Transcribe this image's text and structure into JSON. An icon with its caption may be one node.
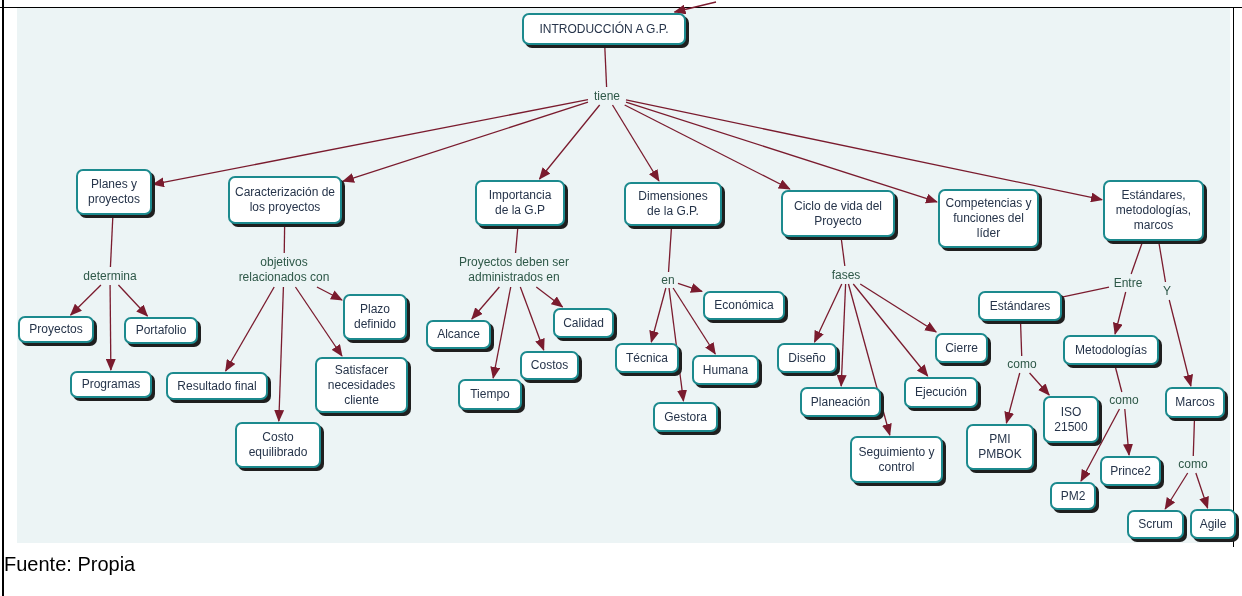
{
  "diagram": {
    "caption": "Fuente: Propia",
    "nodes": [
      {
        "text": [
          "INTRODUCCIÓN A G.P."
        ]
      },
      {
        "text": [
          "tiene"
        ]
      },
      {
        "text": [
          "Planes y proyectos"
        ]
      },
      {
        "text": [
          "Caracterización de los proyectos"
        ]
      },
      {
        "text": [
          "Importancia de la G.P"
        ]
      },
      {
        "text": [
          "Dimensiones de la G.P."
        ]
      },
      {
        "text": [
          "Ciclo de vida del Proyecto"
        ]
      },
      {
        "text": [
          "Competencias y funciones del líder"
        ]
      },
      {
        "text": [
          "Estándares, metodologías, marcos"
        ]
      },
      {
        "text": [
          "determina"
        ]
      },
      {
        "text": [
          "objetivos relacionados con"
        ]
      },
      {
        "text": [
          "Proyectos deben ser administrados en"
        ]
      },
      {
        "text": [
          "en"
        ]
      },
      {
        "text": [
          "fases"
        ]
      },
      {
        "text": [
          "Entre"
        ]
      },
      {
        "text": [
          "Y"
        ]
      },
      {
        "text": [
          "Proyectos"
        ]
      },
      {
        "text": [
          "Portafolio"
        ]
      },
      {
        "text": [
          "Programas"
        ]
      },
      {
        "text": [
          "Plazo definido"
        ]
      },
      {
        "text": [
          "Resultado final"
        ]
      },
      {
        "text": [
          "Satisfacer necesidades cliente"
        ]
      },
      {
        "text": [
          "Costo equilibrado"
        ]
      },
      {
        "text": [
          "Alcance"
        ]
      },
      {
        "text": [
          "Calidad"
        ]
      },
      {
        "text": [
          "Tiempo"
        ]
      },
      {
        "text": [
          "Costos"
        ]
      },
      {
        "text": [
          "Económica"
        ]
      },
      {
        "text": [
          "Técnica"
        ]
      },
      {
        "text": [
          "Humana"
        ]
      },
      {
        "text": [
          "Gestora"
        ]
      },
      {
        "text": [
          "Diseño"
        ]
      },
      {
        "text": [
          "Cierre"
        ]
      },
      {
        "text": [
          "Planeación"
        ]
      },
      {
        "text": [
          "Ejecución"
        ]
      },
      {
        "text": [
          "Seguimiento y control"
        ]
      },
      {
        "text": [
          "Estándares"
        ]
      },
      {
        "text": [
          "Metodologías"
        ]
      },
      {
        "text": [
          "ISO 21500"
        ]
      },
      {
        "text": [
          "PMI PMBOK"
        ]
      },
      {
        "text": [
          "Marcos"
        ]
      },
      {
        "text": [
          "como"
        ]
      },
      {
        "text": [
          "como"
        ]
      },
      {
        "text": [
          "PM2"
        ]
      },
      {
        "text": [
          "Prince2"
        ]
      },
      {
        "text": [
          "como"
        ]
      },
      {
        "text": [
          "Scrum"
        ]
      },
      {
        "text": [
          "Agile"
        ]
      }
    ],
    "edges": [
      {
        "from": null,
        "to": 0,
        "arrow": "to"
      },
      {
        "from": 0,
        "to": 1,
        "arrow": "none"
      },
      {
        "from": 1,
        "to": 2,
        "arrow": "to"
      },
      {
        "from": 1,
        "to": 3,
        "arrow": "to"
      },
      {
        "from": 1,
        "to": 4,
        "arrow": "to"
      },
      {
        "from": 1,
        "to": 5,
        "arrow": "to"
      },
      {
        "from": 1,
        "to": 6,
        "arrow": "to"
      },
      {
        "from": 1,
        "to": 7,
        "arrow": "to"
      },
      {
        "from": 1,
        "to": 8,
        "arrow": "to"
      },
      {
        "from": 2,
        "to": 9,
        "arrow": "none"
      },
      {
        "from": 9,
        "to": 16,
        "arrow": "to"
      },
      {
        "from": 9,
        "to": 17,
        "arrow": "to"
      },
      {
        "from": 9,
        "to": 18,
        "arrow": "to"
      },
      {
        "from": 3,
        "to": 10,
        "arrow": "none"
      },
      {
        "from": 10,
        "to": 19,
        "arrow": "to"
      },
      {
        "from": 10,
        "to": 20,
        "arrow": "to"
      },
      {
        "from": 10,
        "to": 21,
        "arrow": "to"
      },
      {
        "from": 10,
        "to": 22,
        "arrow": "to"
      },
      {
        "from": 4,
        "to": 11,
        "arrow": "none"
      },
      {
        "from": 11,
        "to": 23,
        "arrow": "to"
      },
      {
        "from": 11,
        "to": 24,
        "arrow": "to"
      },
      {
        "from": 11,
        "to": 25,
        "arrow": "to"
      },
      {
        "from": 11,
        "to": 26,
        "arrow": "to"
      },
      {
        "from": 5,
        "to": 12,
        "arrow": "none"
      },
      {
        "from": 12,
        "to": 27,
        "arrow": "to"
      },
      {
        "from": 12,
        "to": 28,
        "arrow": "to"
      },
      {
        "from": 12,
        "to": 29,
        "arrow": "to"
      },
      {
        "from": 12,
        "to": 30,
        "arrow": "to"
      },
      {
        "from": 6,
        "to": 13,
        "arrow": "none"
      },
      {
        "from": 13,
        "to": 31,
        "arrow": "to"
      },
      {
        "from": 13,
        "to": 32,
        "arrow": "to"
      },
      {
        "from": 13,
        "to": 33,
        "arrow": "to"
      },
      {
        "from": 13,
        "to": 34,
        "arrow": "to"
      },
      {
        "from": 13,
        "to": 35,
        "arrow": "to"
      },
      {
        "from": 8,
        "to": 14,
        "arrow": "none"
      },
      {
        "from": 14,
        "to": 36,
        "arrow": "none"
      },
      {
        "from": 14,
        "to": 37,
        "arrow": "to"
      },
      {
        "from": 8,
        "to": 15,
        "arrow": "none"
      },
      {
        "from": 15,
        "to": 40,
        "arrow": "to"
      },
      {
        "from": 36,
        "to": 41,
        "arrow": "none"
      },
      {
        "from": 41,
        "to": 38,
        "arrow": "to"
      },
      {
        "from": 41,
        "to": 39,
        "arrow": "to"
      },
      {
        "from": 37,
        "to": 42,
        "arrow": "none"
      },
      {
        "from": 42,
        "to": 43,
        "arrow": "to"
      },
      {
        "from": 42,
        "to": 44,
        "arrow": "to"
      },
      {
        "from": 40,
        "to": 45,
        "arrow": "none"
      },
      {
        "from": 45,
        "to": 46,
        "arrow": "to"
      },
      {
        "from": 45,
        "to": 47,
        "arrow": "to"
      }
    ]
  }
}
